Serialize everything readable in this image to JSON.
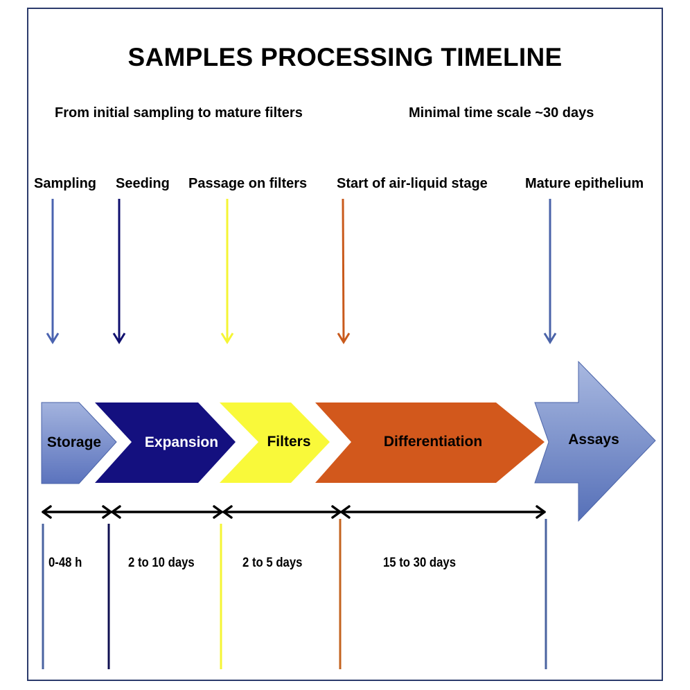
{
  "title": "SAMPLES PROCESSING TIMELINE",
  "subtitle_left": "From initial sampling to mature filters",
  "subtitle_right": "Minimal time scale ~30 days",
  "events": [
    {
      "label": "Sampling",
      "color": "#4a63b0"
    },
    {
      "label": "Seeding",
      "color": "#0f0f6e"
    },
    {
      "label": "Passage on filters",
      "color": "#f5f534"
    },
    {
      "label": "Start of air-liquid stage",
      "color": "#c95a1c"
    },
    {
      "label": "Mature epithelium",
      "color": "#4a63a8"
    }
  ],
  "stages": [
    {
      "label": "Storage",
      "color": "#7d92cc",
      "text_color": "#000000"
    },
    {
      "label": "Expansion",
      "color": "#14107f",
      "text_color": "#ffffff"
    },
    {
      "label": "Filters",
      "color": "#f9f93a",
      "text_color": "#000000"
    },
    {
      "label": "Differentiation",
      "color": "#d2581c",
      "text_color": "#000000"
    },
    {
      "label": "Assays",
      "color": "#7f96cf",
      "text_color": "#000000"
    }
  ],
  "durations": [
    {
      "label": "0-48 h"
    },
    {
      "label": "2 to 10 days"
    },
    {
      "label": "2 to 5 days"
    },
    {
      "label": "15 to 30 days"
    }
  ],
  "divider_colors": [
    "#4a63a0",
    "#0f0f50",
    "#f5f534",
    "#c3631f",
    "#4a63a0"
  ]
}
